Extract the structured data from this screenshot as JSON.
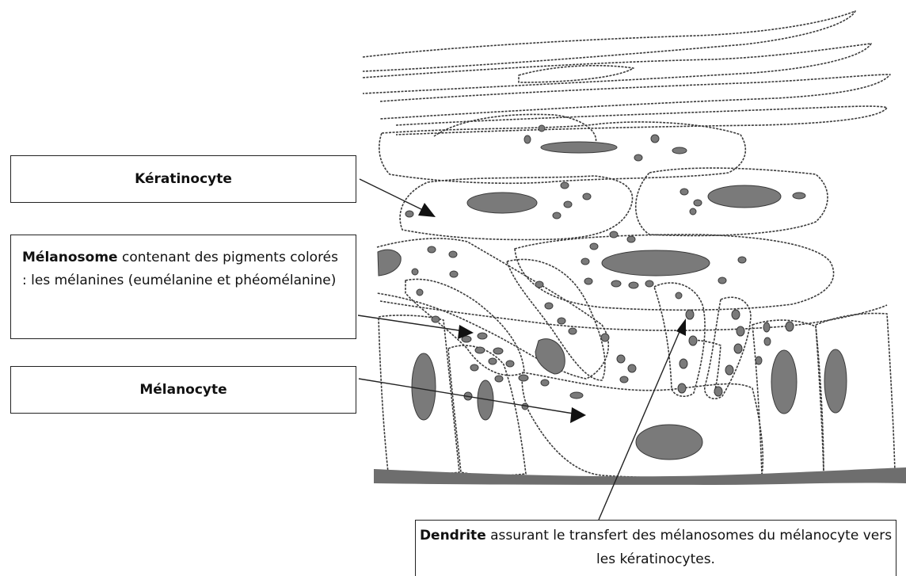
{
  "labels": {
    "keratinocyte": "Kératinocyte",
    "melanosome": {
      "term": "Mélanosome",
      "description": " contenant des pigments colorés : les mélanines (eumélanine et phéomélanine)"
    },
    "melanocyte": "Mélanocyte",
    "dendrite": {
      "term": "Dendrite",
      "description": " assurant le transfert des mélanosomes du mélanocyte vers les kératinocytes."
    }
  },
  "colors": {
    "outline": "#3a3a3a",
    "nucleus": "#7a7a7a",
    "basement_membrane": "#6e6e6e"
  }
}
